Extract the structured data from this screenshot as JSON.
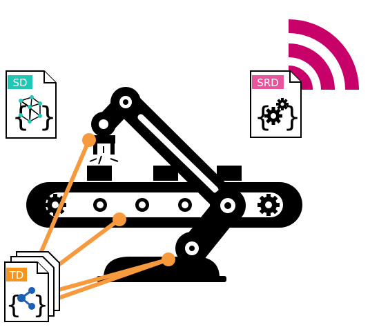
{
  "documents": {
    "sd": {
      "label": "SD",
      "tag_color": "#1fc7b4"
    },
    "srd": {
      "label": "SRD",
      "tag_color": "#e9559c"
    },
    "td": {
      "label": "TD",
      "tag_color": "#f7941d"
    }
  },
  "colors": {
    "wifi": "#c8006a",
    "connector": "#f79a3e",
    "machine": "#000000"
  },
  "icons": [
    "wifi-signal-icon",
    "robot-arm-icon",
    "conveyor-belt-icon",
    "gear-icon",
    "network-icon",
    "cube-icon"
  ]
}
